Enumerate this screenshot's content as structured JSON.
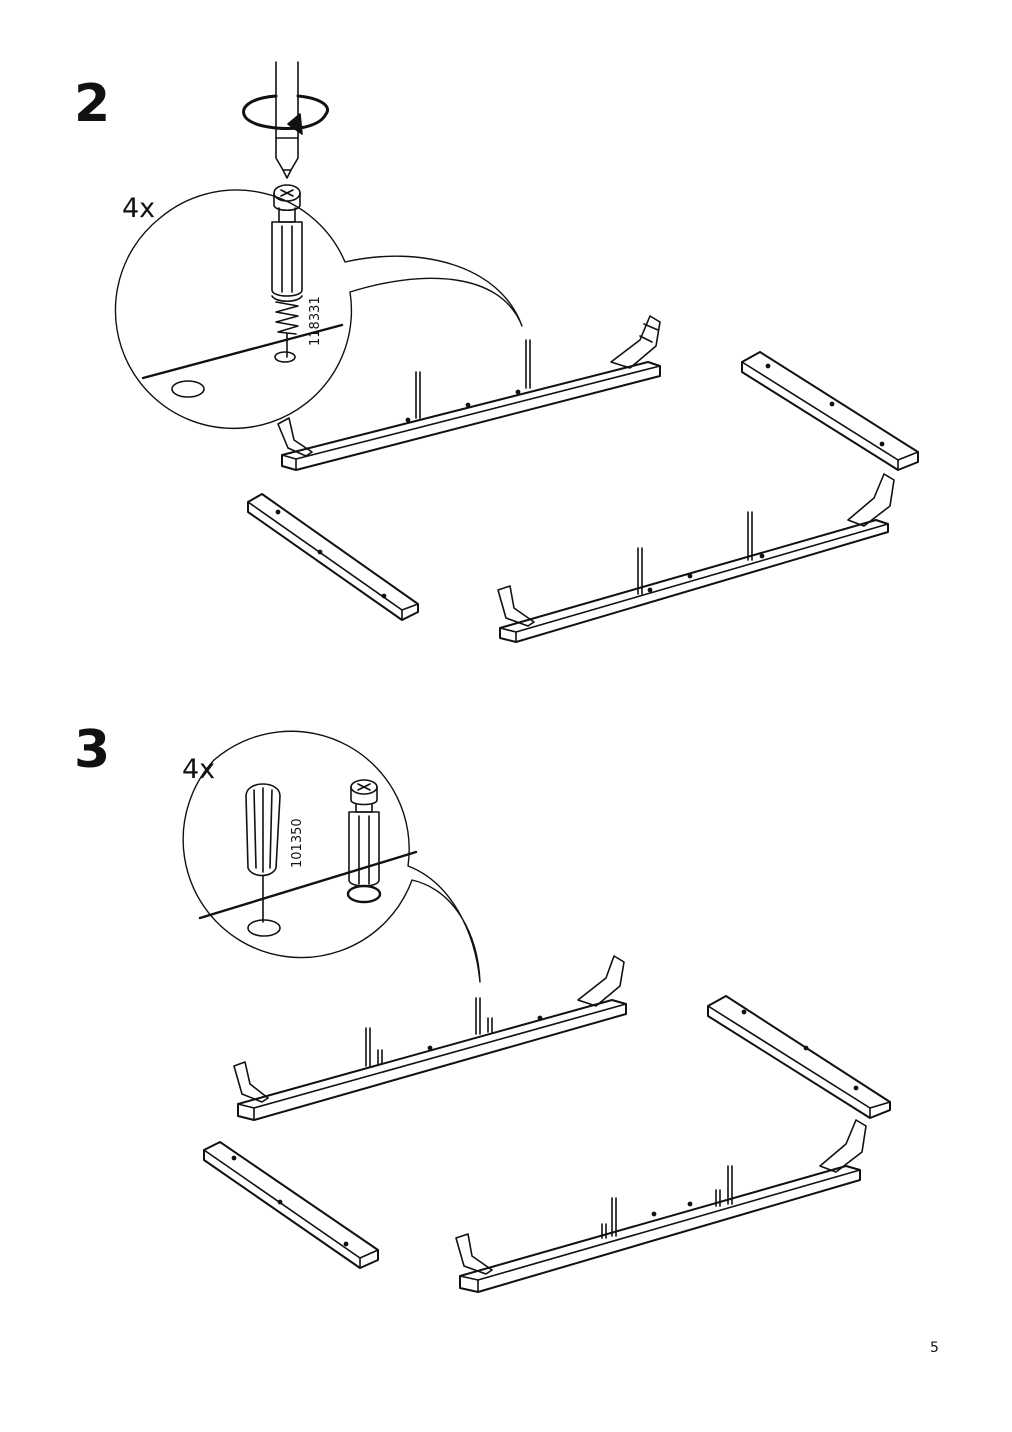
{
  "steps": [
    {
      "number": "2",
      "quantity": "4x",
      "part_number": "118331"
    },
    {
      "number": "3",
      "quantity": "4x",
      "part_number": "101350"
    }
  ],
  "page_number": "5",
  "colors": {
    "ink": "#111111",
    "paper": "#ffffff"
  },
  "icons": [
    "screwdriver-icon",
    "rotation-arrow-icon",
    "cam-bolt-icon",
    "wooden-dowel-icon",
    "cam-pin-icon"
  ]
}
